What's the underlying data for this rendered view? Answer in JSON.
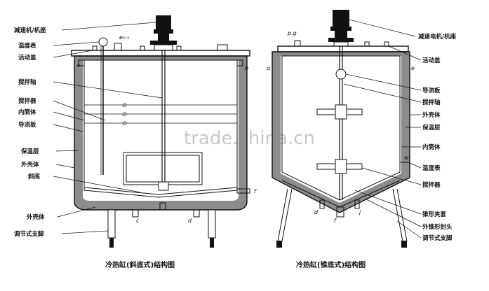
{
  "watermark": "trade.china.cn",
  "left": {
    "caption": "冷热缸(斜底式)结构图",
    "labels": {
      "reducer": "减速机/机座",
      "thermometer": "温度表",
      "lid": "活动盖",
      "shaft": "搅拌轴",
      "agitator": "搅拌器",
      "inner_shell": "内筒体",
      "baffle": "导流板",
      "insulation": "保温层",
      "outer_shell": "外壳体",
      "slant_bottom": "斜底",
      "outer_shell_2": "外壳体",
      "legs": "调节式支脚"
    },
    "letters": {
      "a": "a",
      "b": "b",
      "e": "e₁-₁",
      "c": "c",
      "d": "d",
      "f": "f",
      "phi1": "∅",
      "phi2": "∅",
      "phi3": "∅"
    }
  },
  "right": {
    "caption": "冷热缸(锥底式)结构图",
    "labels": {
      "reducer": "减速电机/机座",
      "lid": "活动盖",
      "baffle": "导流板",
      "shaft": "搅拌轴",
      "outer_shell": "外壳体",
      "insulation": "保温层",
      "inner_shell": "内筒体",
      "thermometer": "温度表",
      "agitator": "搅拌器",
      "cone_jacket": "锥形夹套",
      "cone_head": "外锥形封头",
      "legs": "调节式支脚"
    },
    "letters": {
      "pg": "p.g",
      "q": "q",
      "e": "e",
      "w": "w",
      "d": "d",
      "f": "f",
      "j": "j"
    }
  }
}
